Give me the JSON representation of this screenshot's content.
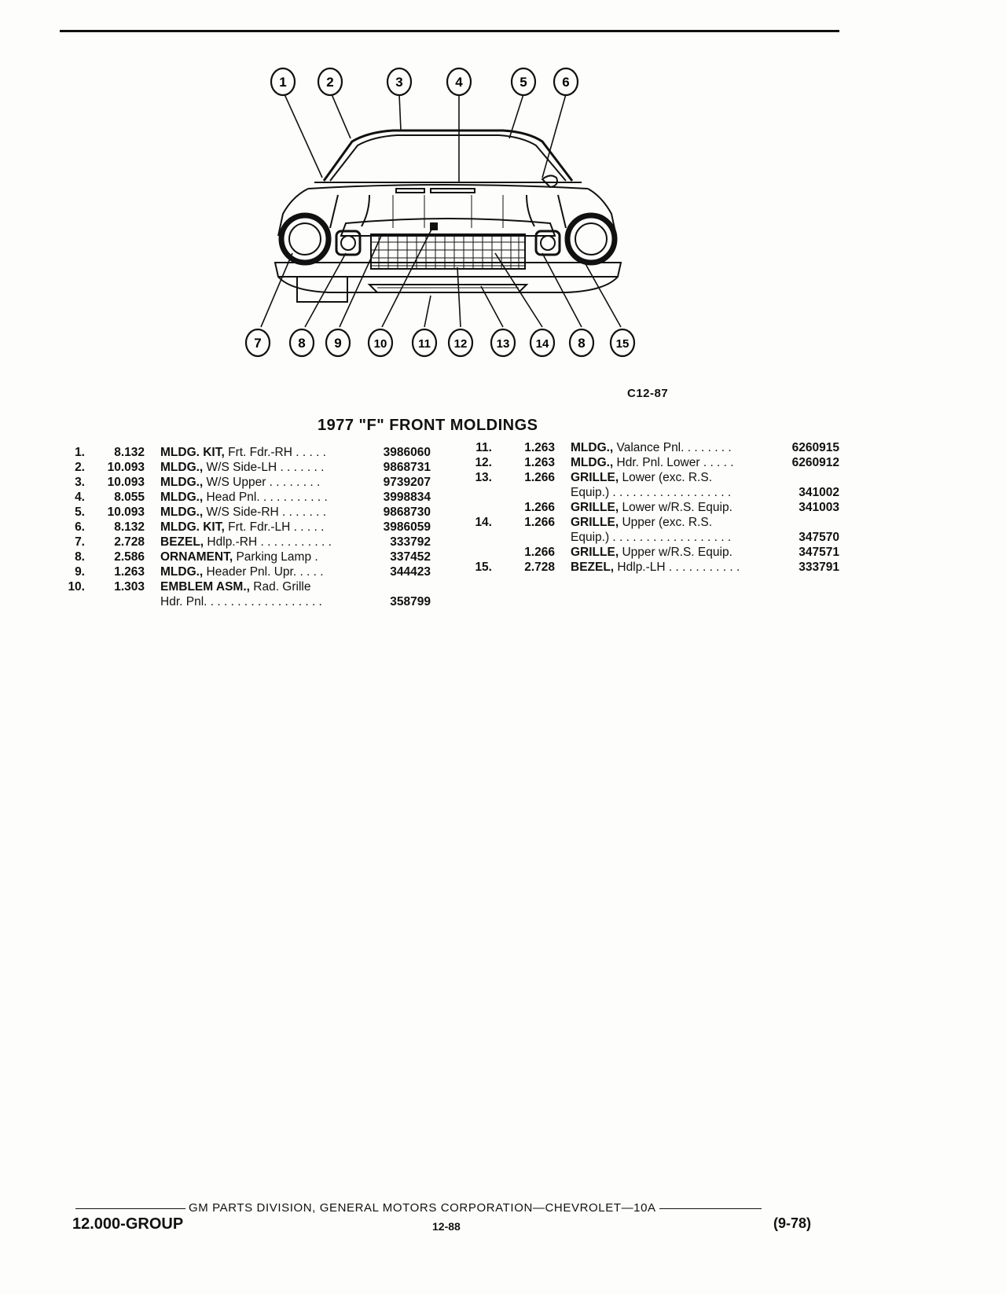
{
  "figure_code": "C12-87",
  "title": "1977 \"F\" FRONT MOLDINGS",
  "callouts_top": [
    "1",
    "2",
    "3",
    "4",
    "5",
    "6"
  ],
  "callouts_bottom": [
    "7",
    "8",
    "9",
    "10",
    "11",
    "12",
    "13",
    "14",
    "8",
    "15"
  ],
  "parts_left": [
    {
      "num": "1.",
      "group": "8.132",
      "name": "MLDG. KIT,",
      "detail": " Frt. Fdr.-RH . . . . .",
      "part": "3986060"
    },
    {
      "num": "2.",
      "group": "10.093",
      "name": "MLDG.,",
      "detail": " W/S Side-LH . . . . . . .",
      "part": "9868731"
    },
    {
      "num": "3.",
      "group": "10.093",
      "name": "MLDG.,",
      "detail": " W/S Upper . . . . . . . .",
      "part": "9739207"
    },
    {
      "num": "4.",
      "group": "8.055",
      "name": "MLDG.,",
      "detail": " Head Pnl. . . . . . . . . . .",
      "part": "3998834"
    },
    {
      "num": "5.",
      "group": "10.093",
      "name": "MLDG.,",
      "detail": " W/S Side-RH . . . . . . .",
      "part": "9868730"
    },
    {
      "num": "6.",
      "group": "8.132",
      "name": "MLDG. KIT,",
      "detail": " Frt. Fdr.-LH . . . . .",
      "part": "3986059"
    },
    {
      "num": "7.",
      "group": "2.728",
      "name": "BEZEL,",
      "detail": " Hdlp.-RH . . . . . . . . . . .",
      "part": "333792"
    },
    {
      "num": "8.",
      "group": "2.586",
      "name": "ORNAMENT,",
      "detail": " Parking Lamp  .",
      "part": "337452"
    },
    {
      "num": "9.",
      "group": "1.263",
      "name": "MLDG.,",
      "detail": " Header Pnl. Upr. . . . .",
      "part": "344423"
    },
    {
      "num": "10.",
      "group": "1.303",
      "name": "EMBLEM ASM.,",
      "detail": " Rad. Grille",
      "part": ""
    },
    {
      "num": "",
      "group": "",
      "name": "",
      "detail": "Hdr. Pnl. . . . . . . . . . . . . . . . . .",
      "part": "358799"
    }
  ],
  "parts_right": [
    {
      "num": "11.",
      "group": "1.263",
      "name": "MLDG.,",
      "detail": " Valance Pnl. . . . . . . .",
      "part": "6260915"
    },
    {
      "num": "12.",
      "group": "1.263",
      "name": "MLDG.,",
      "detail": " Hdr. Pnl. Lower . . . . .",
      "part": "6260912"
    },
    {
      "num": "13.",
      "group": "1.266",
      "name": "GRILLE,",
      "detail": " Lower (exc. R.S.",
      "part": ""
    },
    {
      "num": "",
      "group": "",
      "name": "",
      "detail": "Equip.)  . . . . . . . . . . . . . . . . . .",
      "part": "341002"
    },
    {
      "num": "",
      "group": "1.266",
      "name": "GRILLE,",
      "detail": " Lower w/R.S. Equip.",
      "part": "341003"
    },
    {
      "num": "14.",
      "group": "1.266",
      "name": "GRILLE,",
      "detail": " Upper (exc. R.S.",
      "part": ""
    },
    {
      "num": "",
      "group": "",
      "name": "",
      "detail": "Equip.)  . . . . . . . . . . . . . . . . . .",
      "part": "347570"
    },
    {
      "num": "",
      "group": "1.266",
      "name": "GRILLE,",
      "detail": " Upper w/R.S. Equip.",
      "part": "347571"
    },
    {
      "num": "15.",
      "group": "2.728",
      "name": "BEZEL,",
      "detail": " Hdlp.-LH . . . . . . . . . . .",
      "part": "333791"
    }
  ],
  "footer": {
    "division": "GM PARTS DIVISION, GENERAL MOTORS CORPORATION—CHEVROLET—10A",
    "group": "12.000-GROUP",
    "page": "12-88",
    "revision": "(9-78)"
  }
}
